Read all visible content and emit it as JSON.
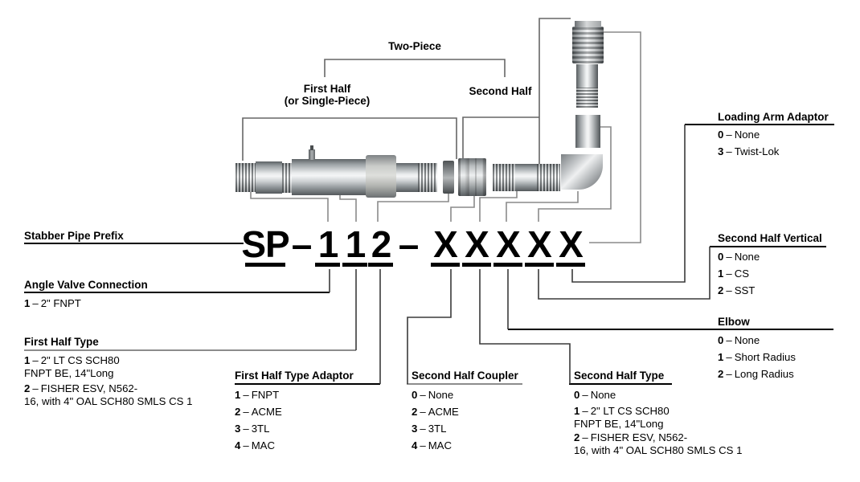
{
  "labels": {
    "two_piece": "Two-Piece",
    "first_half": "First Half",
    "first_half_sub": "(or Single-Piece)",
    "second_half": "Second Half"
  },
  "sep": "–",
  "part_number": {
    "prefix": "SP",
    "dash1": "–",
    "d1": "1",
    "d2": "1",
    "d3": "2",
    "dash2": "–",
    "x1": "X",
    "x2": "X",
    "x3": "X",
    "x4": "X",
    "x5": "X"
  },
  "sections": {
    "stabber": {
      "title": "Stabber Pipe Prefix"
    },
    "angle": {
      "title": "Angle Valve Connection",
      "i1_num": "1",
      "i1_txt": "2\" FNPT"
    },
    "fht": {
      "title": "First Half Type",
      "i1_num": "1",
      "i1_txt": "2\" LT CS SCH80",
      "i1_cont": "FNPT BE, 14\"Long",
      "i2_num": "2",
      "i2_txt": "FISHER ESV, N562-",
      "i2_cont": "16, with 4\" OAL SCH80 SMLS CS 1"
    },
    "fhta": {
      "title": "First Half Type Adaptor",
      "i1_num": "1",
      "i1_txt": "FNPT",
      "i2_num": "2",
      "i2_txt": "ACME",
      "i3_num": "3",
      "i3_txt": "3TL",
      "i4_num": "4",
      "i4_txt": "MAC"
    },
    "shc": {
      "title": "Second Half Coupler",
      "i1_num": "0",
      "i1_txt": "None",
      "i2_num": "2",
      "i2_txt": "ACME",
      "i3_num": "3",
      "i3_txt": "3TL",
      "i4_num": "4",
      "i4_txt": "MAC"
    },
    "sht": {
      "title": "Second Half Type",
      "i1_num": "0",
      "i1_txt": "None",
      "i2_num": "1",
      "i2_txt": "2\" LT CS SCH80",
      "i2_cont": "FNPT BE, 14\"Long",
      "i3_num": "2",
      "i3_txt": "FISHER ESV, N562-",
      "i3_cont": "16, with 4\" OAL SCH80 SMLS CS 1"
    },
    "laa": {
      "title": "Loading Arm Adaptor",
      "i1_num": "0",
      "i1_txt": "None",
      "i2_num": "3",
      "i2_txt": "Twist-Lok"
    },
    "shv": {
      "title": "Second Half Vertical",
      "i1_num": "0",
      "i1_txt": "None",
      "i2_num": "1",
      "i2_txt": "CS",
      "i3_num": "2",
      "i3_txt": "SST"
    },
    "elbow": {
      "title": "Elbow",
      "i1_num": "0",
      "i1_txt": "None",
      "i2_num": "1",
      "i2_txt": "Short Radius",
      "i3_num": "2",
      "i3_txt": "Long Radius"
    }
  },
  "colors": {
    "leader_gray": "#8a8a8a",
    "leader_dark": "#3a3a3a",
    "bracket_gray": "#666666"
  }
}
